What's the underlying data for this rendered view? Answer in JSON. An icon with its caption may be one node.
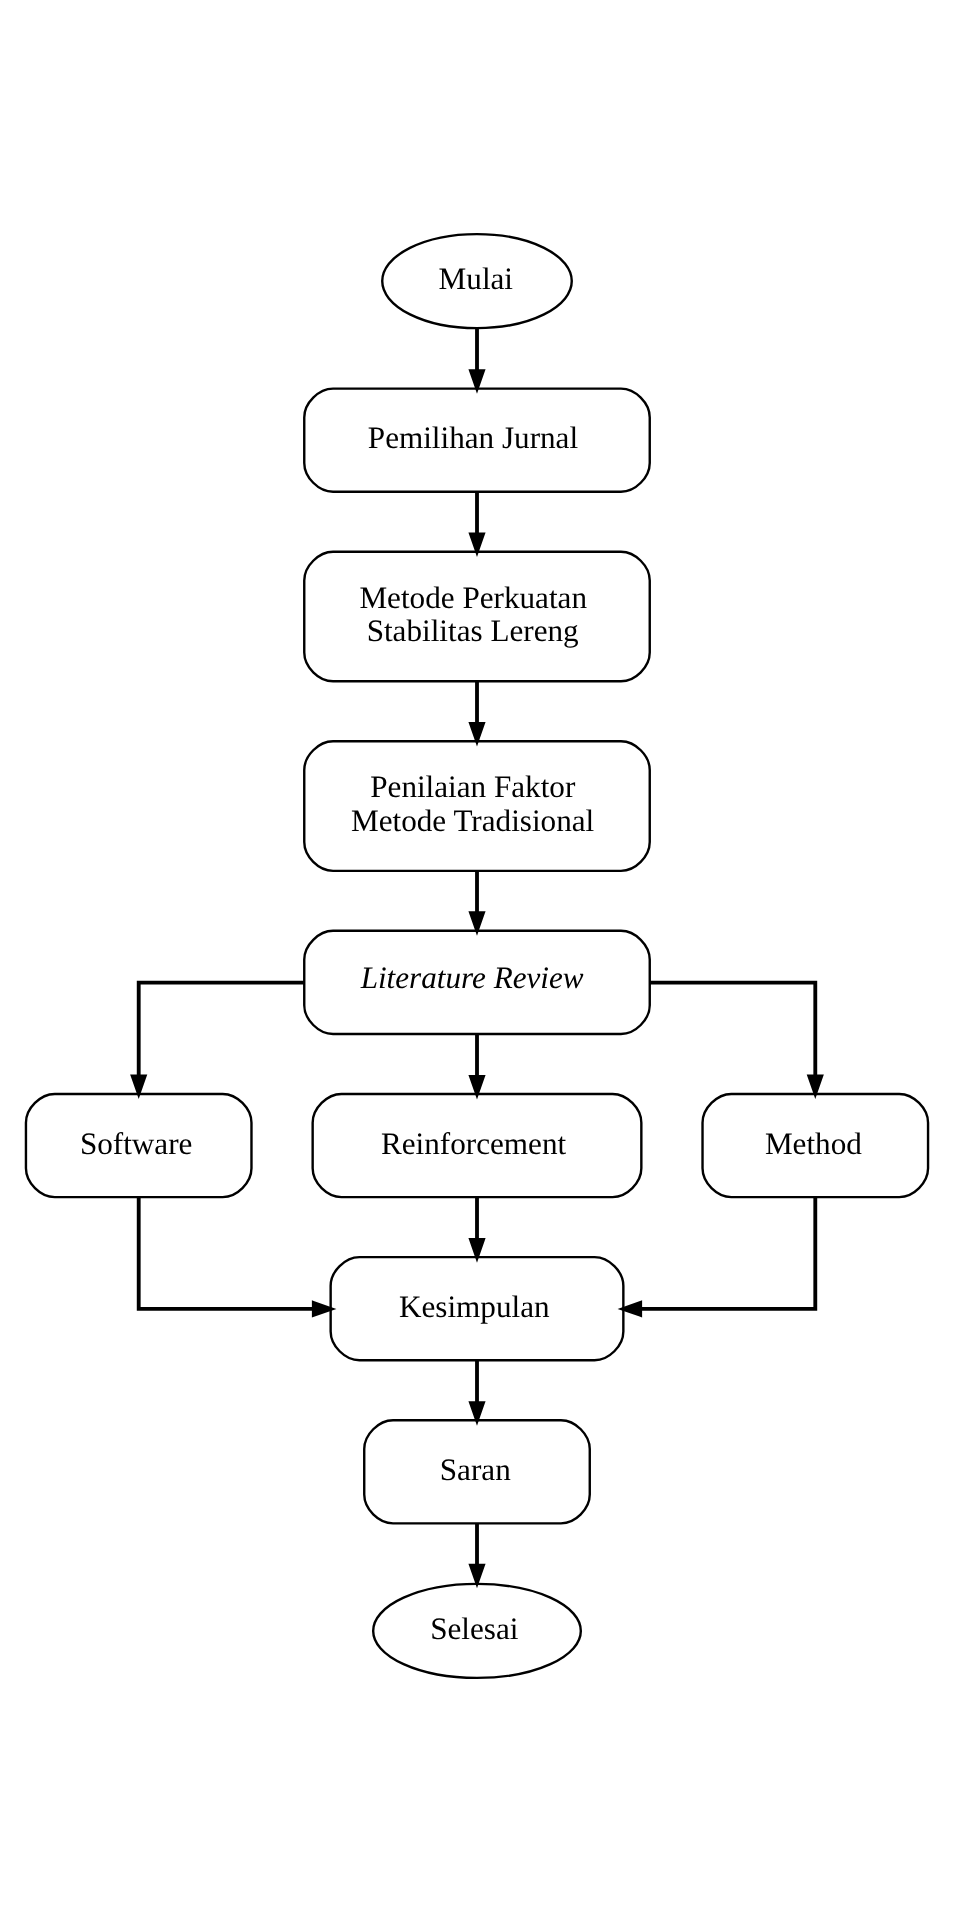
{
  "diagram": {
    "nodes": [
      {
        "text": [
          "Mulai"
        ]
      },
      {
        "text": [
          "Pemilihan Jurnal"
        ]
      },
      {
        "text": [
          "Metode Perkuatan Stabilitas Lereng"
        ]
      },
      {
        "text": [
          "Penilaian Faktor Metode Tradisional"
        ]
      },
      {
        "text": [
          "Literature Review"
        ]
      },
      {
        "text": [
          "Software"
        ]
      },
      {
        "text": [
          "Reinforcement"
        ]
      },
      {
        "text": [
          "Method"
        ]
      },
      {
        "text": [
          "Kesimpulan"
        ]
      },
      {
        "text": [
          "Saran"
        ]
      },
      {
        "text": [
          "Selesai"
        ]
      }
    ],
    "edges": [
      {
        "from": 0,
        "to": 1,
        "arrow": "to"
      },
      {
        "from": 1,
        "to": 2,
        "arrow": "to"
      },
      {
        "from": 2,
        "to": 3,
        "arrow": "to"
      },
      {
        "from": 3,
        "to": 4,
        "arrow": "to"
      },
      {
        "from": 4,
        "to": 5,
        "arrow": "to"
      },
      {
        "from": 4,
        "to": 6,
        "arrow": "to"
      },
      {
        "from": 4,
        "to": 7,
        "arrow": "to"
      },
      {
        "from": 5,
        "to": 8,
        "arrow": "to"
      },
      {
        "from": 6,
        "to": 8,
        "arrow": "to"
      },
      {
        "from": 7,
        "to": 8,
        "arrow": "to"
      },
      {
        "from": 8,
        "to": 9,
        "arrow": "to"
      },
      {
        "from": 9,
        "to": 10,
        "arrow": "to"
      }
    ]
  }
}
